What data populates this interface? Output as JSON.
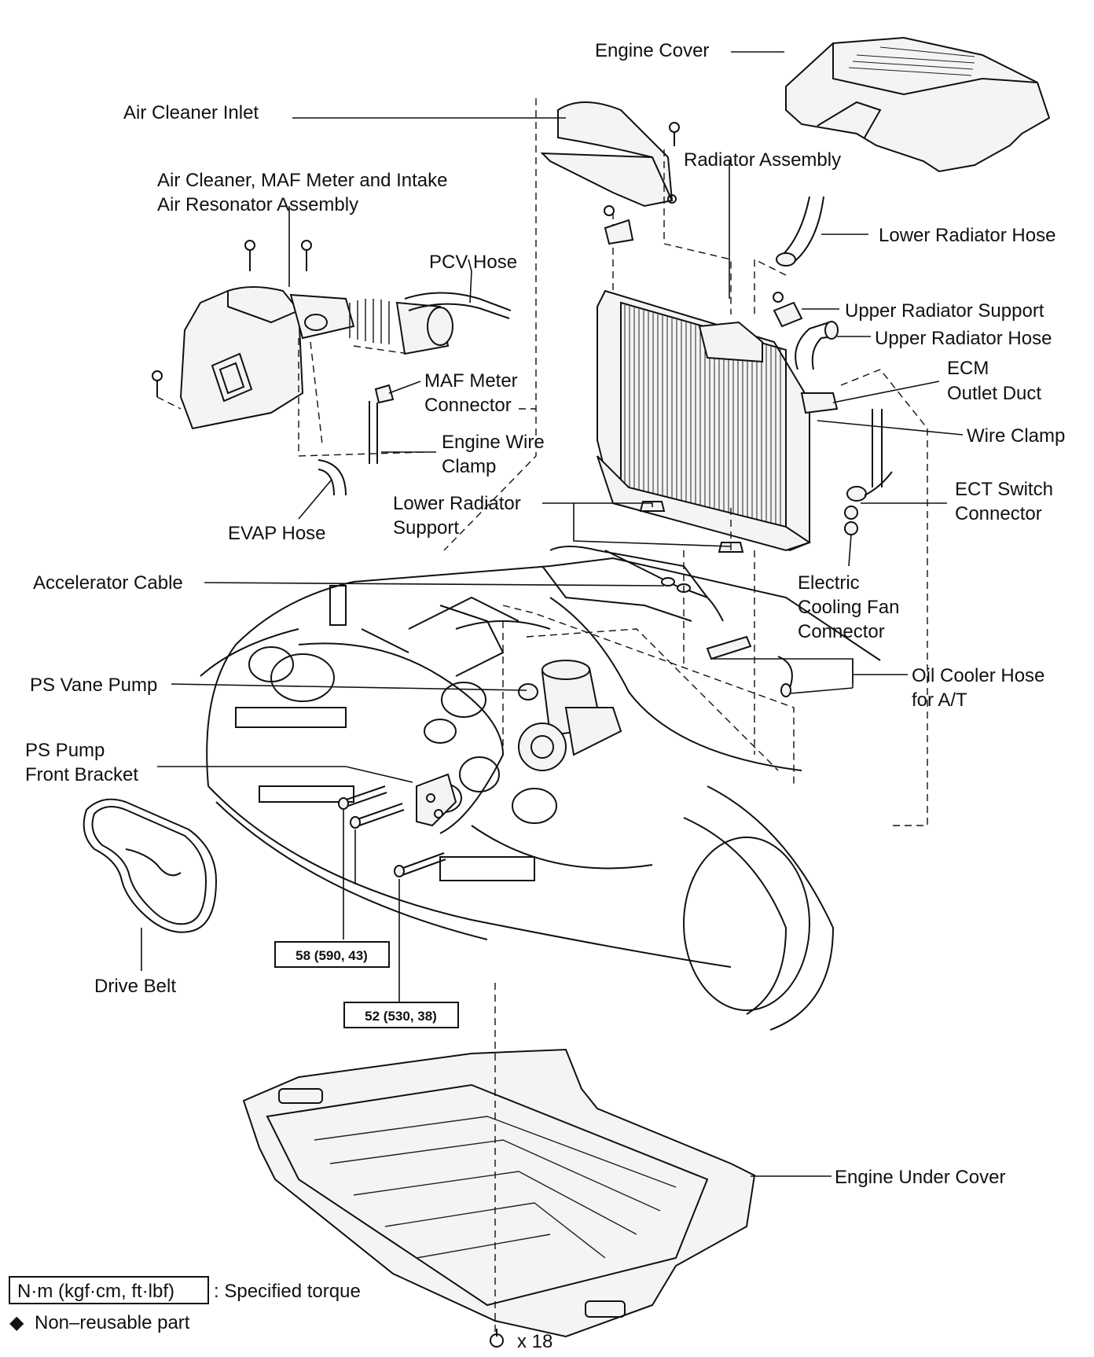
{
  "labels": {
    "engine_cover": "Engine Cover",
    "air_cleaner_inlet": "Air Cleaner Inlet",
    "radiator_assembly": "Radiator Assembly",
    "air_cleaner_assy_line1": "Air Cleaner, MAF Meter and Intake",
    "air_cleaner_assy_line2": "Air Resonator Assembly",
    "lower_radiator_hose": "Lower Radiator Hose",
    "pcv_hose": "PCV Hose",
    "upper_radiator_support": "Upper Radiator Support",
    "upper_radiator_hose": "Upper Radiator Hose",
    "ecm_line1": "ECM",
    "ecm_line2": "Outlet Duct",
    "maf_line1": "MAF Meter",
    "maf_line2": "Connector",
    "wire_clamp": "Wire Clamp",
    "engine_wire_line1": "Engine Wire",
    "engine_wire_line2": "Clamp",
    "ect_line1": "ECT Switch",
    "ect_line2": "Connector",
    "lower_support_line1": "Lower Radiator",
    "lower_support_line2": "Support",
    "evap_hose": "EVAP Hose",
    "fan_line1": "Electric",
    "fan_line2": "Cooling Fan",
    "fan_line3": "Connector",
    "accelerator_cable": "Accelerator Cable",
    "oil_cooler_line1": "Oil Cooler Hose",
    "oil_cooler_line2": "for A/T",
    "ps_vane_pump": "PS Vane Pump",
    "ps_bracket_line1": "PS Pump",
    "ps_bracket_line2": "Front Bracket",
    "drive_belt": "Drive Belt",
    "engine_under_cover": "Engine Under Cover"
  },
  "torque": {
    "spec1": "58 (590, 43)",
    "spec2": "52 (530, 38)"
  },
  "legend": {
    "torque_unit": "N·m (kgf·cm, ft·lbf)",
    "torque_desc": ": Specified torque",
    "non_reusable_symbol": "◆",
    "non_reusable_text": "Non–reusable part",
    "bolt_count": "x 18"
  }
}
